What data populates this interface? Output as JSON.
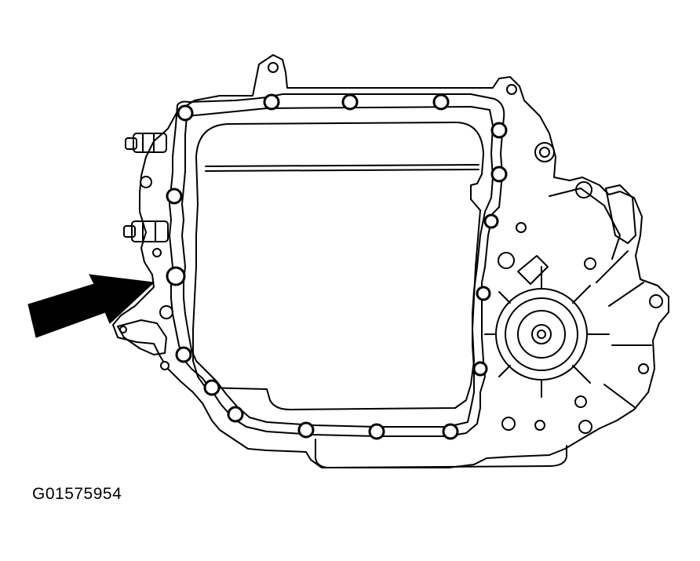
{
  "figure": {
    "code": "G01575954",
    "subject": "transmission-oil-pan-bottom-view",
    "callouts": [
      {
        "icon": "arrow-icon",
        "points_to": "oil-pan-gasket-edge"
      }
    ]
  },
  "colors": {
    "ink": "#000000",
    "paper": "#ffffff"
  }
}
